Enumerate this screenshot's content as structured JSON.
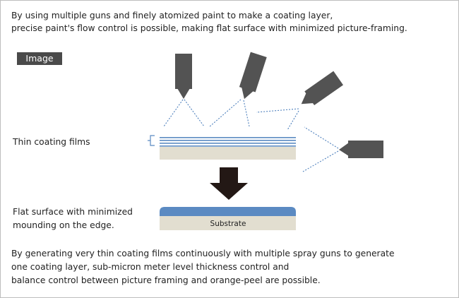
{
  "intro": {
    "lines": [
      "By using multiple guns and finely atomized paint to make a coating layer,",
      "precise paint's flow control is possible, making flat surface with minimized picture-framing."
    ]
  },
  "image_label": "Image",
  "labels": {
    "thin_coating": "Thin coating films",
    "flat_surface": [
      "Flat surface with minimized",
      "mounding  on the edge."
    ],
    "substrate": "Substrate"
  },
  "outro": {
    "lines": [
      "By  generating very thin coating films continuously with multiple spray guns to generate",
      "one coating layer, sub-micron meter level thickness control and",
      "balance control between picture framing and orange-peel are possible."
    ]
  },
  "colors": {
    "gun": "#535353",
    "spray": "#4f81bd",
    "coating": "#5b8ac2",
    "substrate": "#e2ded0",
    "arrow": "#231815",
    "label_bg": "#4a4a4a"
  }
}
